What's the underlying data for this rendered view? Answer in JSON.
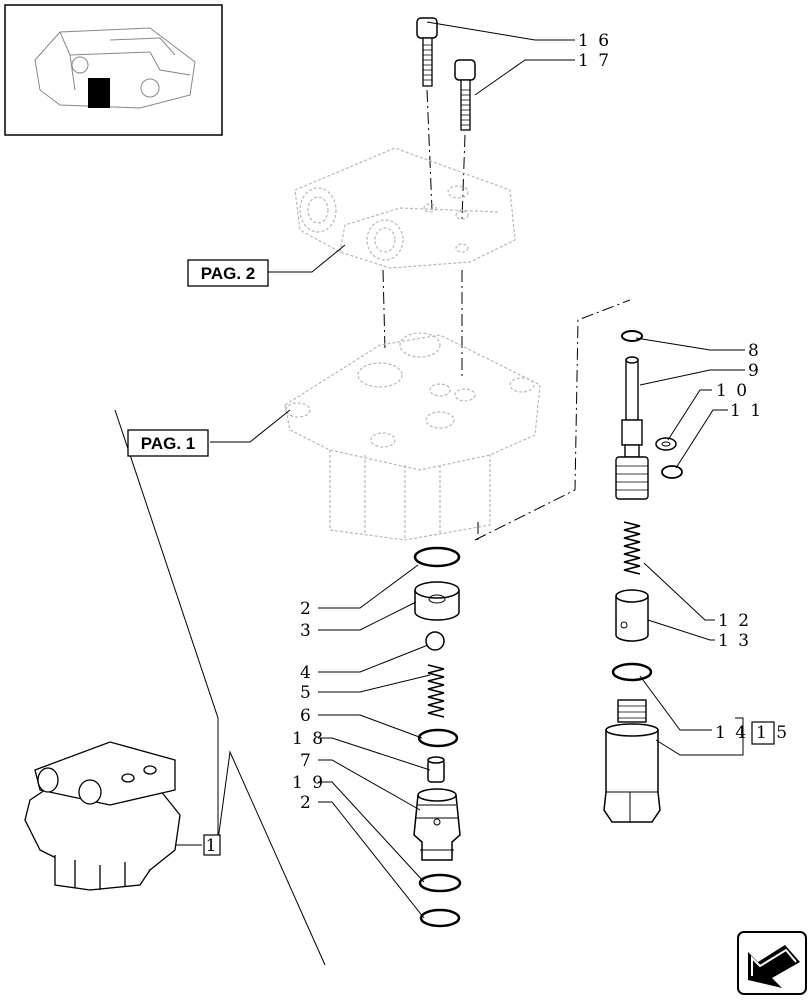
{
  "labels": {
    "l16": "1 6",
    "l17": "1 7",
    "l8": "8",
    "l9": "9",
    "l10": "1 0",
    "l11": "1 1",
    "l12": "1 2",
    "l13": "1 3",
    "l14": "1 4",
    "l15": "1 5",
    "l2a": "2",
    "l3": "3",
    "l4": "4",
    "l5": "5",
    "l6": "6",
    "l18": "1 8",
    "l7": "7",
    "l19": "1 9",
    "l2b": "2",
    "l1": "1"
  },
  "refs": {
    "pag2": "PAG. 2",
    "pag1": "PAG. 1"
  },
  "icons": {
    "nav": "previous-page-arrow-icon"
  }
}
